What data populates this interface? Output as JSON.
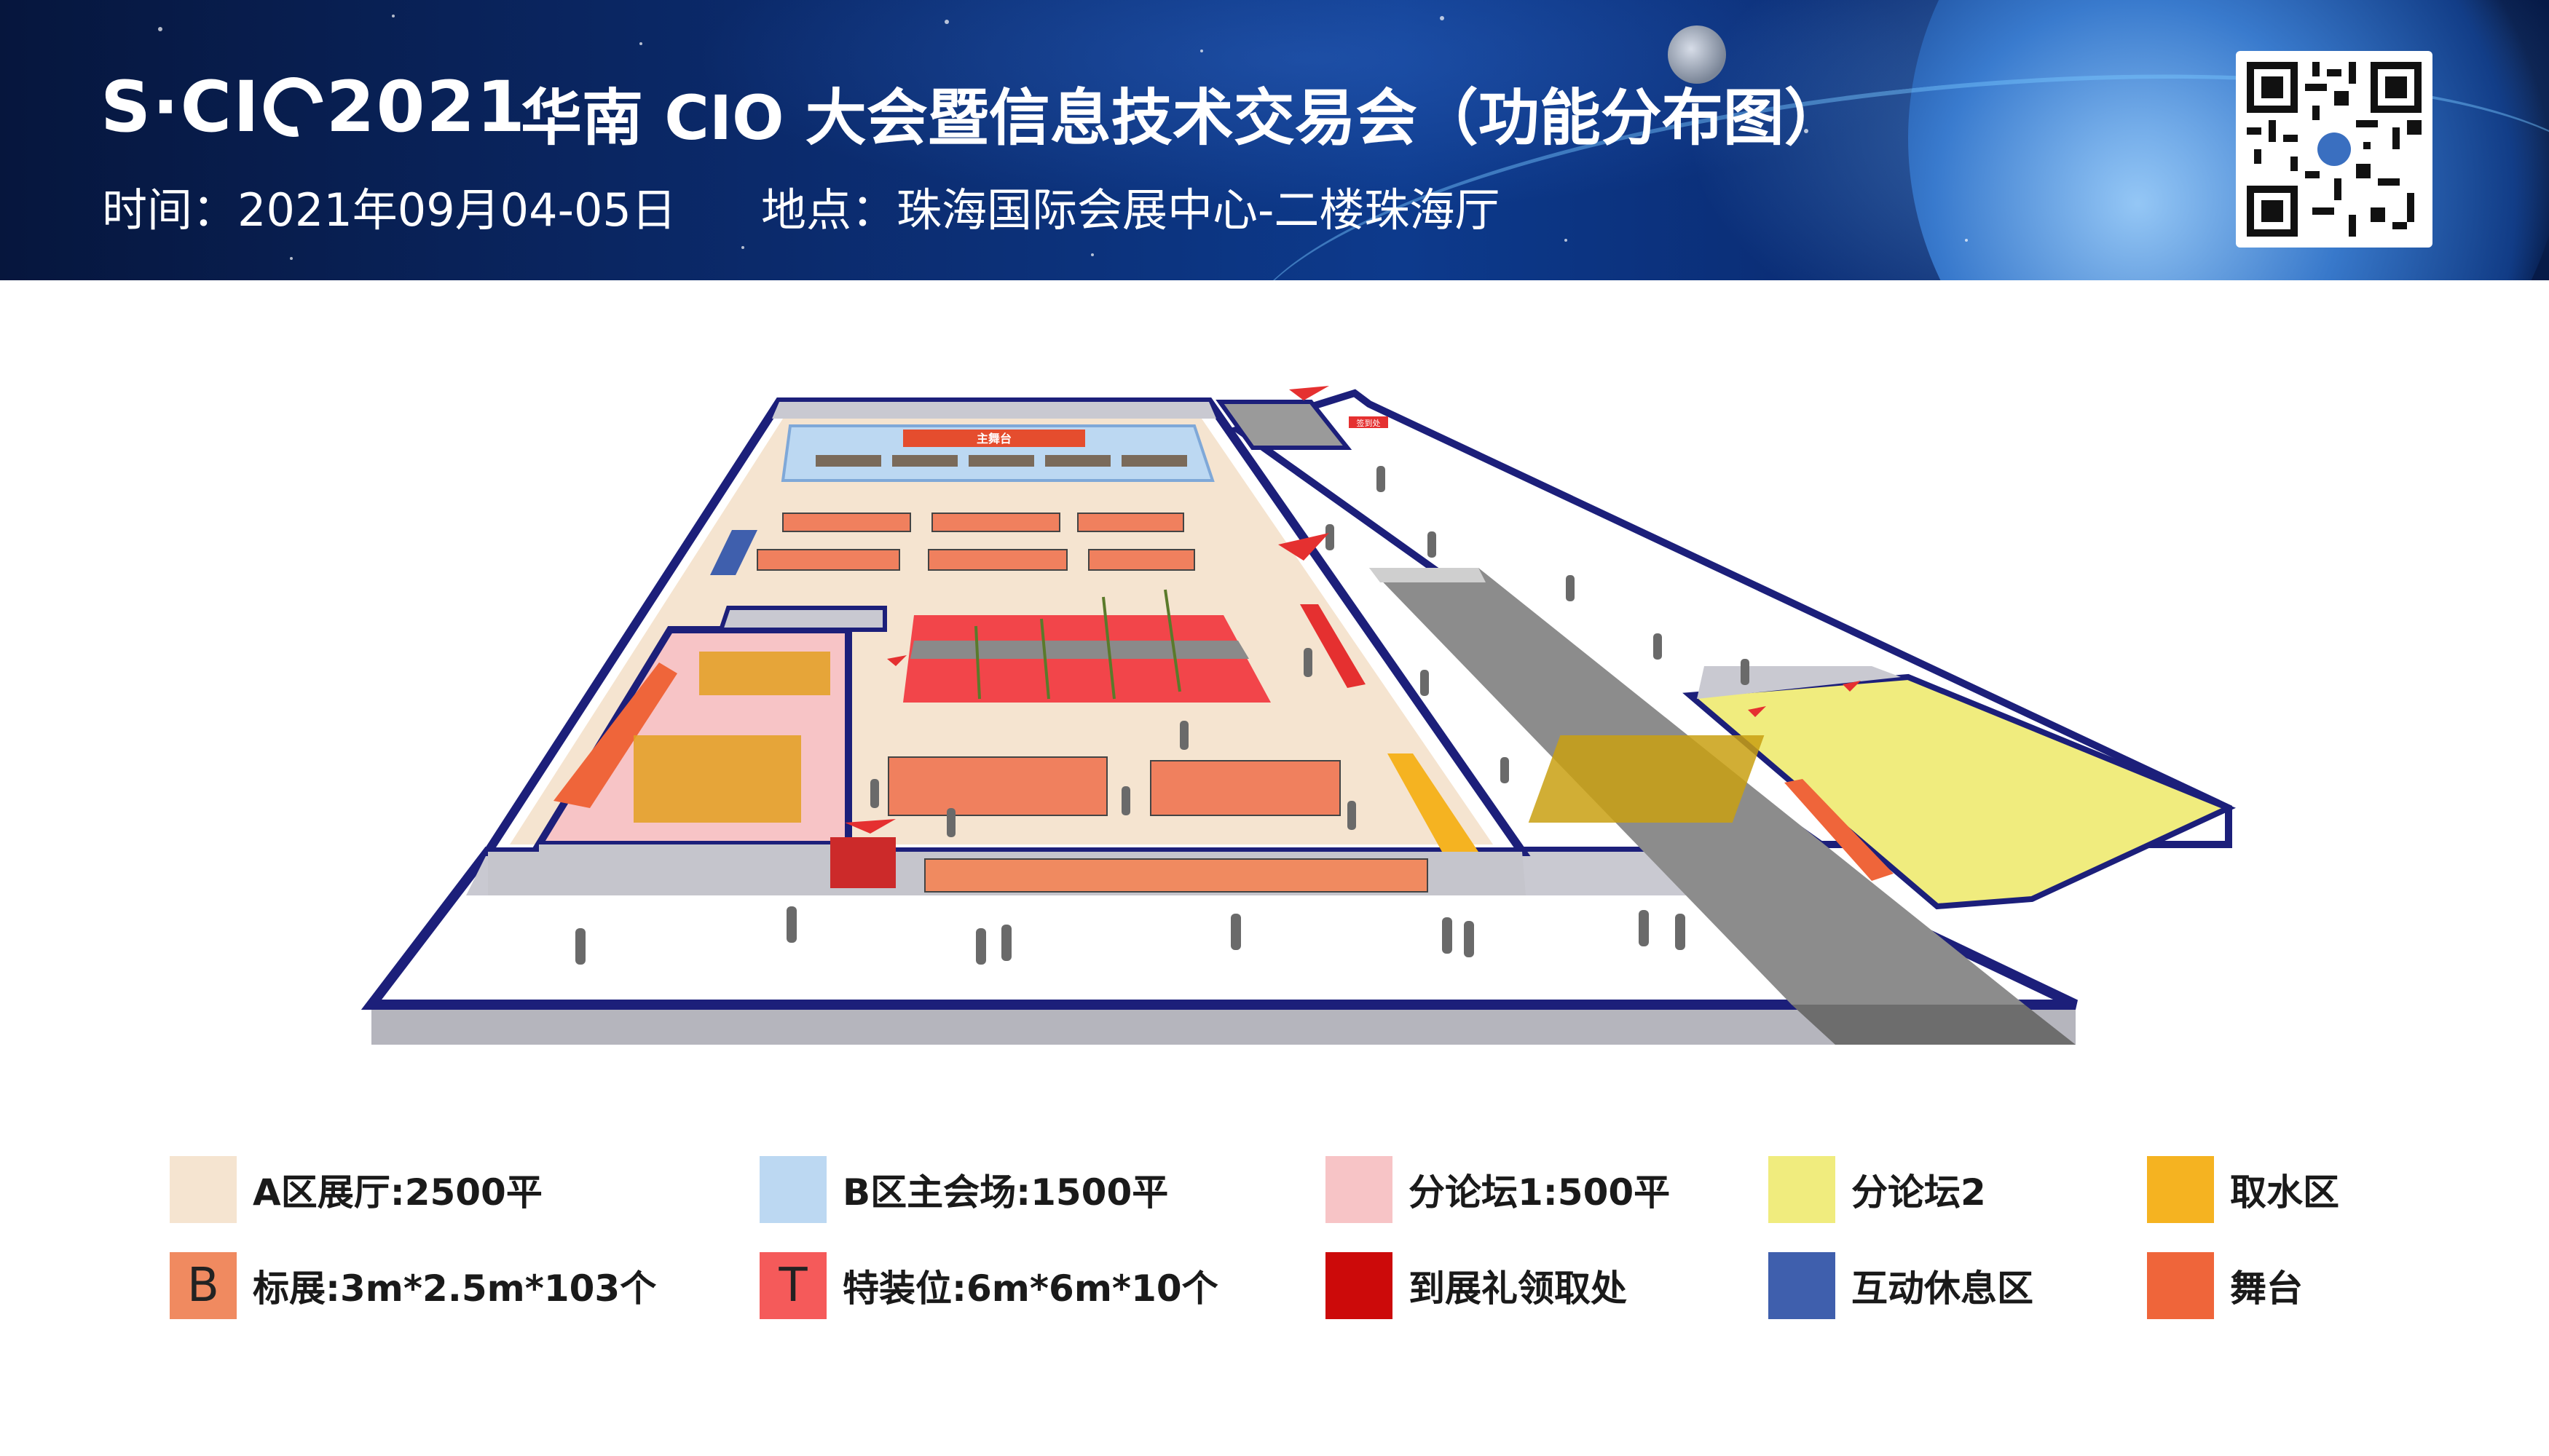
{
  "header": {
    "logo_text_left": "S·CI",
    "logo_text_right": "2021",
    "title": "华南 CIO 大会暨信息技术交易会（功能分布图）",
    "time": "时间：2021年09月04-05日",
    "location": "地点：珠海国际会展中心-二楼珠海厅"
  },
  "plan": {
    "main_stage_label": "主舞台",
    "small_sign_label": "签到处"
  },
  "legend": [
    {
      "key": "zone-a",
      "label": "A区展厅:2500平",
      "color": "#f5e4d0",
      "letter": ""
    },
    {
      "key": "zone-b",
      "label": "B区主会场:1500平",
      "color": "#bcd8f2",
      "letter": ""
    },
    {
      "key": "forum-1",
      "label": "分论坛1:500平",
      "color": "#f7c4c6",
      "letter": ""
    },
    {
      "key": "forum-2",
      "label": "分论坛2",
      "color": "#f0ec7e",
      "letter": ""
    },
    {
      "key": "water",
      "label": "取水区",
      "color": "#f5b321",
      "letter": ""
    },
    {
      "key": "standard-booth",
      "label": "标展:3m*2.5m*103个",
      "color": "#f08a60",
      "letter": "B"
    },
    {
      "key": "special-booth",
      "label": "特装位:6m*6m*10个",
      "color": "#f55a5a",
      "letter": "T"
    },
    {
      "key": "gift",
      "label": "到展礼领取处",
      "color": "#cc0a0a",
      "letter": ""
    },
    {
      "key": "lounge",
      "label": "互动休息区",
      "color": "#3f5fad",
      "letter": ""
    },
    {
      "key": "stage",
      "label": "舞台",
      "color": "#ef653a",
      "letter": ""
    }
  ]
}
